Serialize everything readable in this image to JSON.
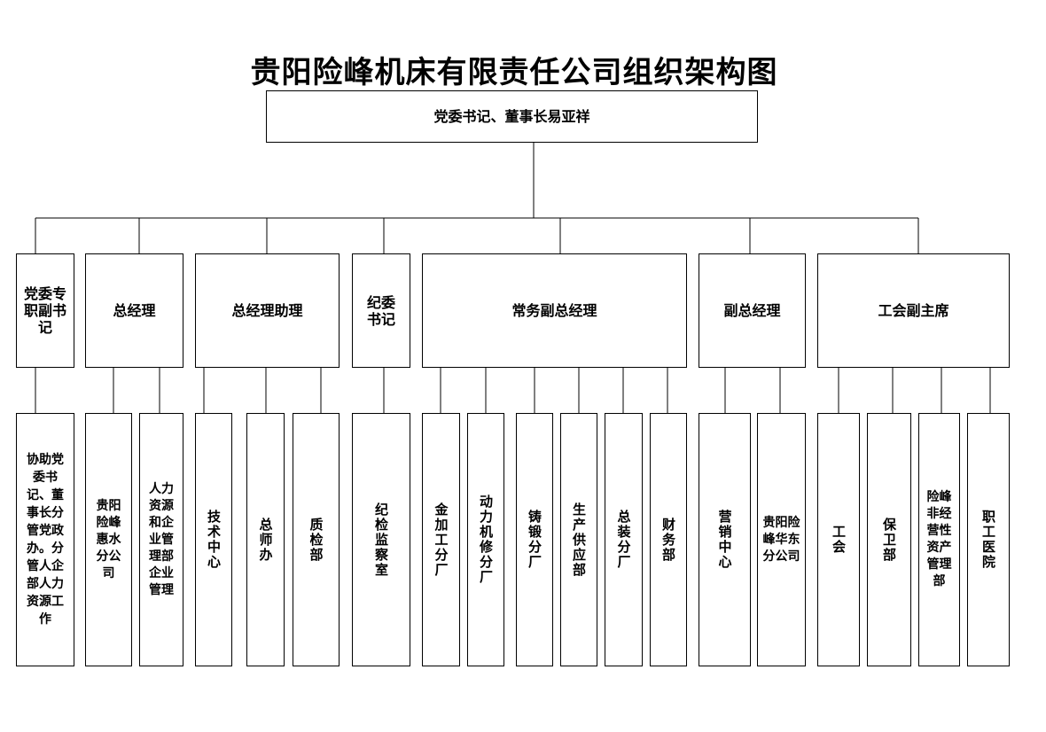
{
  "title": "贵阳险峰机床有限责任公司组织架构图",
  "root": "党委书记、董事长易亚祥",
  "roles": [
    "党委专职副书记",
    "总经理",
    "总经理助理",
    "纪委书记",
    "常务副总经理",
    "副总经理",
    "工会副主席"
  ],
  "units": [
    "协助党委书记、董事长分管党政办。分管人企部人力资源工作",
    "贵阳险峰惠水分公司",
    "人力资源和企业管理部企业管理",
    "技术中心",
    "总师办",
    "质检部",
    "纪检监察室",
    "金加工分厂",
    "动力机修分厂",
    "铸锻分厂",
    "生产供应部",
    "总装分厂",
    "财务部",
    "营销中心",
    "贵阳险峰华东分公司",
    "工会",
    "保卫部",
    "险峰非经营性资产管理部",
    "职工医院"
  ]
}
